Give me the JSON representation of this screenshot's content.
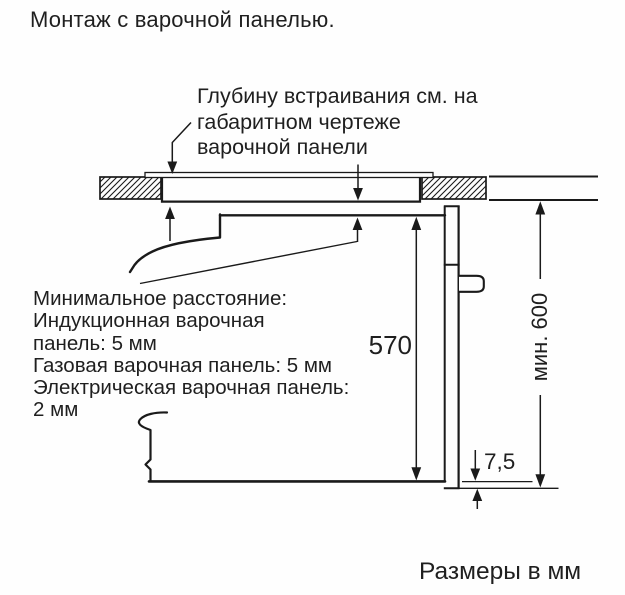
{
  "title": "Монтаж с варочной панелью.",
  "footer": "Размеры в мм",
  "notes": {
    "embed_depth_lines": [
      "Глубину встраивания см. на",
      "габаритном чертеже",
      "варочной панели"
    ],
    "min_distance_lines": [
      "Минимальное расстояние:",
      "Индукционная варочная",
      "панель: 5 мм",
      "Газовая варочная панель: 5 мм",
      "Электрическая варочная панель:",
      "2 мм"
    ]
  },
  "dimensions": {
    "oven_height": "570",
    "door_bottom_offset": "7,5",
    "min_niche_height": "мин. 600"
  },
  "colors": {
    "line": "#1a1a1a",
    "text": "#1f1f1f",
    "background": "#fefefe"
  }
}
